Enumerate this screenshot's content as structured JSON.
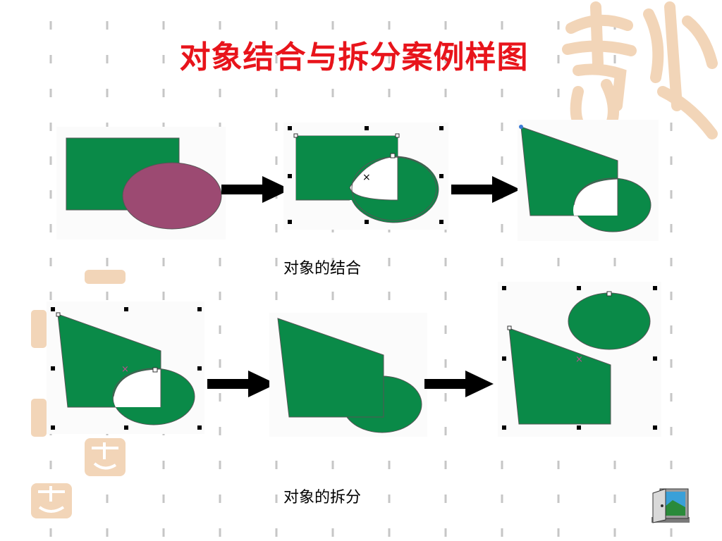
{
  "slide": {
    "title": "对象结合与拆分案例样图",
    "caption_combine": "对象的结合",
    "caption_split": "对象的拆分"
  },
  "decoration": {
    "watermark_text": "吉祥如意",
    "watermark_color": "#f2d5b8"
  },
  "colors": {
    "title_red": "#e8141b",
    "shape_green": "#0a8a48",
    "ellipse_purple": "#9c4a72",
    "dash_gray": "#c6c6c6"
  },
  "icons": {
    "arrow": "right-arrow-icon",
    "nav": "exit-door-icon"
  }
}
